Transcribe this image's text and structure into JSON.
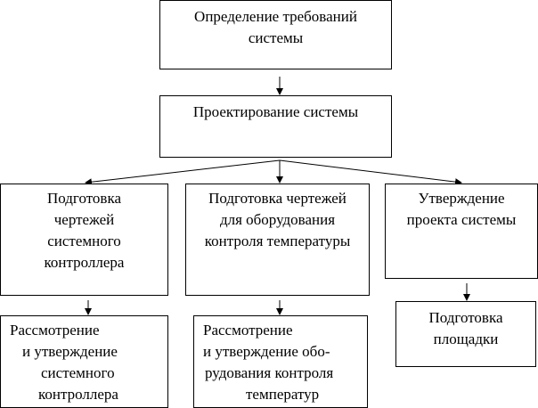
{
  "diagram": {
    "nodes": {
      "requirements": {
        "lines": [
          "Определение требований",
          "системы"
        ]
      },
      "design": {
        "lines": [
          "Проектирование системы"
        ]
      },
      "system_drawings": {
        "lines": [
          "Подготовка",
          "чертежей",
          "системного",
          "контроллера"
        ]
      },
      "temp_drawings": {
        "lines": [
          "Подготовка чертежей",
          "для оборудования",
          "контроля температуры"
        ]
      },
      "approval": {
        "lines": [
          "Утверждение",
          "проекта системы"
        ]
      },
      "site": {
        "lines": [
          "Подготовка",
          "площадки"
        ]
      },
      "review_system": {
        "lines": [
          "Рассмотрение",
          "и утверждение",
          "системного",
          "контроллера"
        ]
      },
      "review_temp": {
        "lines": [
          "Рассмотрение",
          "и утверждение обо-",
          "рудования контроля",
          "температур"
        ]
      }
    },
    "edges": [
      {
        "from": "requirements",
        "to": "design"
      },
      {
        "from": "design",
        "to": "system_drawings"
      },
      {
        "from": "design",
        "to": "temp_drawings"
      },
      {
        "from": "design",
        "to": "approval"
      },
      {
        "from": "system_drawings",
        "to": "review_system"
      },
      {
        "from": "temp_drawings",
        "to": "review_temp"
      },
      {
        "from": "approval",
        "to": "site"
      }
    ]
  }
}
